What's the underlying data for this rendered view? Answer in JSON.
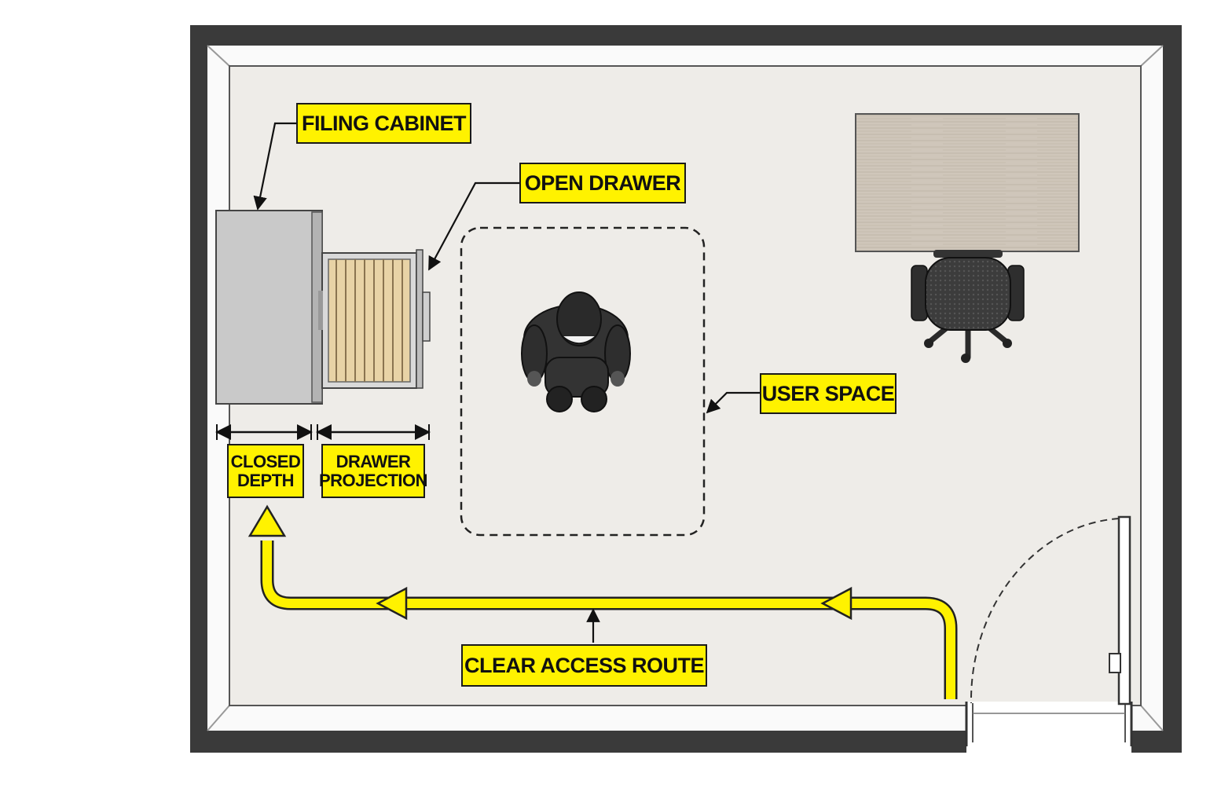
{
  "labels": {
    "filing_cabinet": "FILING CABINET",
    "open_drawer": "OPEN DRAWER",
    "user_space": "USER SPACE",
    "closed_depth": [
      "CLOSED",
      "DEPTH"
    ],
    "drawer_projection": [
      "DRAWER",
      "PROJECTION"
    ],
    "clear_access_route": "CLEAR ACCESS ROUTE"
  },
  "colors": {
    "wall": "#3a3a3a",
    "floor": "#eeece8",
    "label_fill": "#fff200",
    "route": "#fff200",
    "cabinet": "#c9c9c9",
    "desk": "#cfc6ba"
  }
}
